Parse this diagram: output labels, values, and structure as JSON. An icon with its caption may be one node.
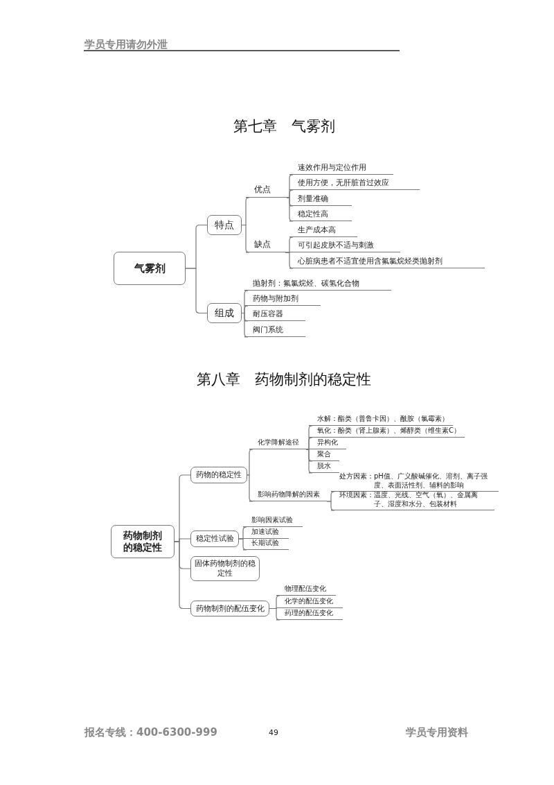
{
  "diagram": {
    "nodes": [
      {
        "text": [
          "气雾剂"
        ]
      },
      {
        "text": [
          "特点"
        ]
      },
      {
        "text": [
          "优点"
        ]
      },
      {
        "text": [
          "速效作用与定位作用"
        ]
      },
      {
        "text": [
          "使用方便，无肝脏首过效应"
        ]
      },
      {
        "text": [
          "剂量准确"
        ]
      },
      {
        "text": [
          "稳定性高"
        ]
      },
      {
        "text": [
          "缺点"
        ]
      },
      {
        "text": [
          "生产成本高"
        ]
      },
      {
        "text": [
          "可引起皮肤不适与刺激"
        ]
      },
      {
        "text": [
          "心脏病患者不适宜使用含氟氯烷烃类抛射剂"
        ]
      },
      {
        "text": [
          "组成"
        ]
      },
      {
        "text": [
          "抛射剂：氟氯烷烃、碳氢化合物"
        ]
      },
      {
        "text": [
          "药物与附加剂"
        ]
      },
      {
        "text": [
          "耐压容器"
        ]
      },
      {
        "text": [
          "阀门系统"
        ]
      },
      {
        "text": [
          "药物制剂的稳定性"
        ]
      },
      {
        "text": [
          "药物的稳定性"
        ]
      },
      {
        "text": [
          "化学降解途径"
        ]
      },
      {
        "text": [
          "水解：酯类（普鲁卡因）、酰胺（氯霉素）"
        ]
      },
      {
        "text": [
          "氧化：酚类（肾上腺素）、烯醇类（维生素C）"
        ]
      },
      {
        "text": [
          "异构化"
        ]
      },
      {
        "text": [
          "聚合"
        ]
      },
      {
        "text": [
          "脱水"
        ]
      },
      {
        "text": [
          "影响药物降解的因素"
        ]
      },
      {
        "text": [
          "处方因素：pH值、广义酸碱催化、溶剂、离子强度、表面活性剂、辅料的影响"
        ]
      },
      {
        "text": [
          "环境因素：温度、光线、空气（氧）、金属离子、湿度和水分、包装材料"
        ]
      },
      {
        "text": [
          "稳定性试验"
        ]
      },
      {
        "text": [
          "影响因素试验"
        ]
      },
      {
        "text": [
          "加速试验"
        ]
      },
      {
        "text": [
          "长期试验"
        ]
      },
      {
        "text": [
          "固体药物制剂的稳定性"
        ]
      },
      {
        "text": [
          "药物制剂的配伍变化"
        ]
      },
      {
        "text": [
          "物理配伍变化"
        ]
      },
      {
        "text": [
          "化学的配伍变化"
        ]
      },
      {
        "text": [
          "药理的配伍变化"
        ]
      }
    ],
    "edges": [
      {
        "from": 0,
        "to": 1,
        "arrow": "none"
      },
      {
        "from": 0,
        "to": 11,
        "arrow": "none"
      },
      {
        "from": 1,
        "to": 2,
        "arrow": "none"
      },
      {
        "from": 1,
        "to": 7,
        "arrow": "none"
      },
      {
        "from": 2,
        "to": 3,
        "arrow": "none"
      },
      {
        "from": 2,
        "to": 4,
        "arrow": "none"
      },
      {
        "from": 2,
        "to": 5,
        "arrow": "none"
      },
      {
        "from": 2,
        "to": 6,
        "arrow": "none"
      },
      {
        "from": 7,
        "to": 8,
        "arrow": "none"
      },
      {
        "from": 7,
        "to": 9,
        "arrow": "none"
      },
      {
        "from": 7,
        "to": 10,
        "arrow": "none"
      },
      {
        "from": 11,
        "to": 12,
        "arrow": "none"
      },
      {
        "from": 11,
        "to": 13,
        "arrow": "none"
      },
      {
        "from": 11,
        "to": 14,
        "arrow": "none"
      },
      {
        "from": 11,
        "to": 15,
        "arrow": "none"
      },
      {
        "from": 16,
        "to": 17,
        "arrow": "none"
      },
      {
        "from": 16,
        "to": 27,
        "arrow": "none"
      },
      {
        "from": 16,
        "to": 31,
        "arrow": "none"
      },
      {
        "from": 16,
        "to": 32,
        "arrow": "none"
      },
      {
        "from": 17,
        "to": 18,
        "arrow": "none"
      },
      {
        "from": 17,
        "to": 24,
        "arrow": "none"
      },
      {
        "from": 18,
        "to": 19,
        "arrow": "none"
      },
      {
        "from": 18,
        "to": 20,
        "arrow": "none"
      },
      {
        "from": 18,
        "to": 21,
        "arrow": "none"
      },
      {
        "from": 18,
        "to": 22,
        "arrow": "none"
      },
      {
        "from": 18,
        "to": 23,
        "arrow": "none"
      },
      {
        "from": 24,
        "to": 25,
        "arrow": "none"
      },
      {
        "from": 24,
        "to": 26,
        "arrow": "none"
      },
      {
        "from": 27,
        "to": 28,
        "arrow": "none"
      },
      {
        "from": 27,
        "to": 29,
        "arrow": "none"
      },
      {
        "from": 27,
        "to": 30,
        "arrow": "none"
      },
      {
        "from": 32,
        "to": 33,
        "arrow": "none"
      },
      {
        "from": 32,
        "to": 34,
        "arrow": "none"
      },
      {
        "from": 32,
        "to": 35,
        "arrow": "none"
      }
    ],
    "labels": [
      "学员专用请勿外泄",
      "第七章　气雾剂",
      "第八章　药物制剂的稳定性",
      "报名专线：400-6300-999",
      "49",
      "学员专用资料"
    ]
  }
}
